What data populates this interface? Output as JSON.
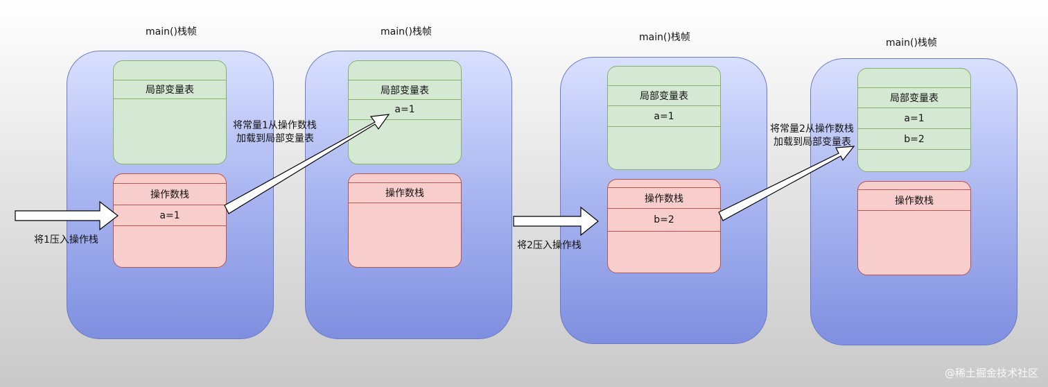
{
  "frame_title": "main()栈帧",
  "local_table_header": "局部变量表",
  "operand_stack_header": "操作数栈",
  "frames": [
    {
      "locals": [],
      "stack": [
        "a=1"
      ]
    },
    {
      "locals": [
        "a=1"
      ],
      "stack": []
    },
    {
      "locals": [
        "a=1"
      ],
      "stack": [
        "b=2"
      ]
    },
    {
      "locals": [
        "a=1",
        "b=2"
      ],
      "stack": []
    }
  ],
  "annotations": {
    "push_1": "将1压入操作栈",
    "load_1_line1": "将常量1从操作数栈",
    "load_1_line2": "加载到局部变量表",
    "push_2": "将2压入操作栈",
    "load_2_line1": "将常量2从操作数栈",
    "load_2_line2": "加载到局部变量表"
  },
  "watermark": "@稀土掘金技术社区"
}
